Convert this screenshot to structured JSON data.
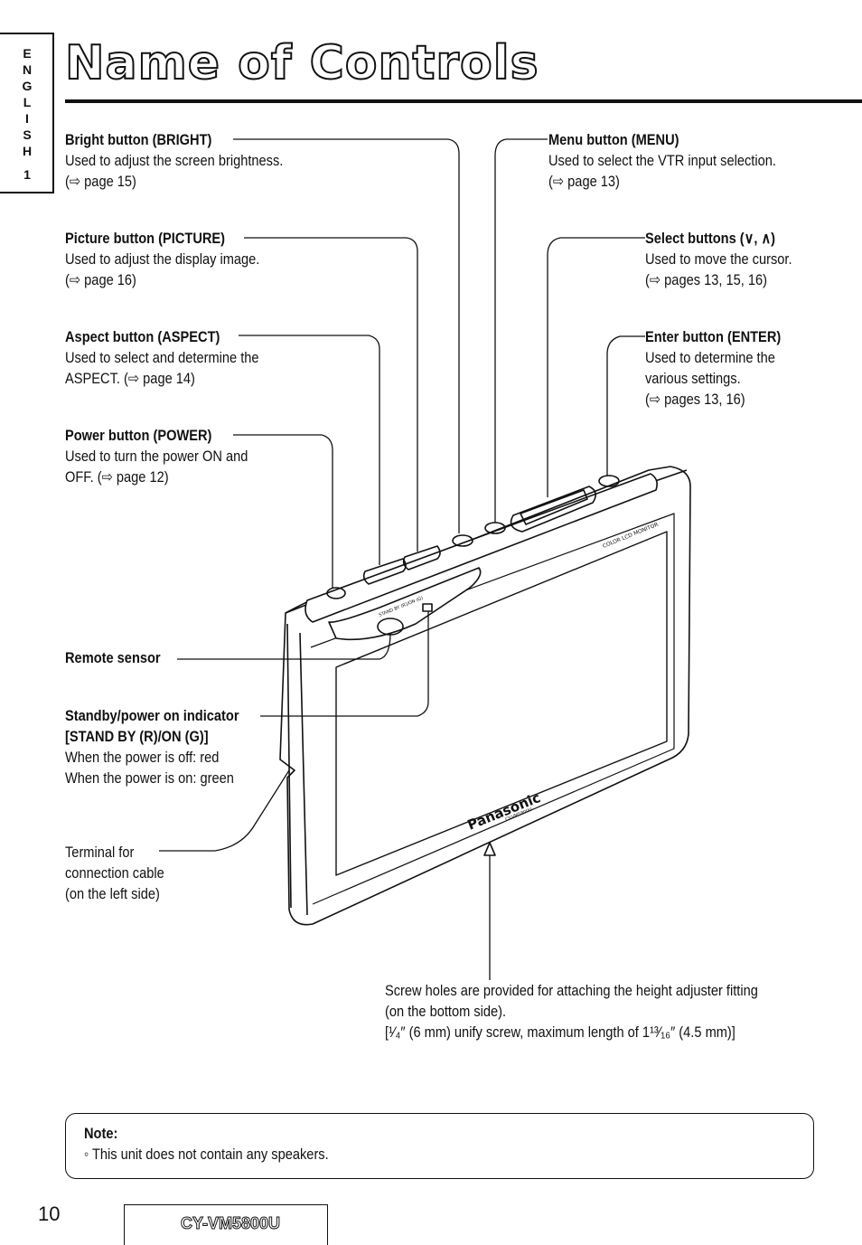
{
  "side_tab": {
    "letters": [
      "E",
      "N",
      "G",
      "L",
      "I",
      "S",
      "H"
    ],
    "number": "1"
  },
  "page_title": "Name of Controls",
  "left_controls": [
    {
      "heading": "Bright button (BRIGHT)",
      "lines": [
        "Used to adjust the screen brightness.",
        "(⇨ page 15)"
      ]
    },
    {
      "heading": "Picture button (PICTURE)",
      "lines": [
        "Used to adjust the display image.",
        "(⇨ page 16)"
      ]
    },
    {
      "heading": "Aspect button (ASPECT)",
      "lines": [
        "Used to select and determine the",
        "ASPECT. (⇨ page 14)"
      ]
    },
    {
      "heading": "Power button (POWER)",
      "lines": [
        "Used to turn the power ON and",
        "OFF. (⇨ page 12)"
      ]
    }
  ],
  "right_controls": [
    {
      "heading": "Menu button (MENU)",
      "lines": [
        "Used to select the VTR input selection.",
        "(⇨ page 13)"
      ]
    },
    {
      "heading": "Select buttons (∨, ∧)",
      "lines": [
        "Used to move the cursor.",
        "(⇨ pages 13, 15, 16)"
      ]
    },
    {
      "heading": "Enter button (ENTER)",
      "lines": [
        "Used to determine the",
        "various settings.",
        "(⇨ pages 13, 16)"
      ]
    }
  ],
  "remote_sensor": "Remote sensor",
  "indicator": {
    "heading1": "Standby/power on indicator",
    "heading2": "[STAND BY (R)/ON (G)]",
    "lines": [
      "When the power is off: red",
      "When the power is on: green"
    ]
  },
  "terminal": {
    "lines": [
      "Terminal for",
      "connection cable",
      "(on the left side)"
    ]
  },
  "screw": {
    "lines": [
      "Screw holes are provided for attaching the height adjuster fitting",
      "(on the bottom side)."
    ],
    "line3": "[¹⁄₄″ (6 mm) unify screw, maximum length of 1¹³⁄₁₆″ (4.5 mm)]"
  },
  "device_labels": {
    "brand": "Panasonic",
    "model_small": "CY-VM5800U",
    "monitor": "COLOR LCD MONITOR",
    "standby": "STAND BY (R)/ON (G)"
  },
  "note": {
    "heading": "Note:",
    "bullet": "This unit does not contain any speakers."
  },
  "page_number": "10",
  "model_code": "CY-VM5800U"
}
